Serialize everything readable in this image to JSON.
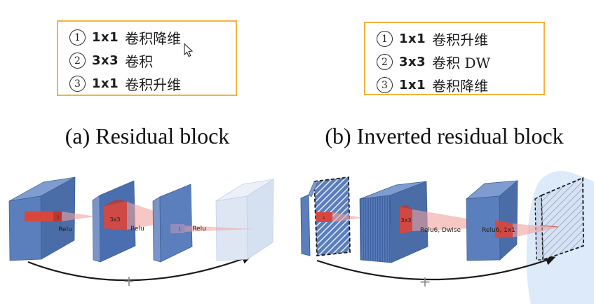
{
  "legend_left": {
    "items": [
      {
        "num": "1",
        "conv": "1x1",
        "desc": "卷积降维"
      },
      {
        "num": "2",
        "conv": "3x3",
        "desc": "卷积"
      },
      {
        "num": "3",
        "conv": "1x1",
        "desc": "卷积升维"
      }
    ]
  },
  "legend_right": {
    "items": [
      {
        "num": "1",
        "conv": "1x1",
        "desc": "卷积升维"
      },
      {
        "num": "2",
        "conv": "3x3",
        "desc": "卷积 DW"
      },
      {
        "num": "3",
        "conv": "1x1",
        "desc": "卷积降维"
      }
    ]
  },
  "captions": {
    "a": "(a) Residual block",
    "b": "(b) Inverted residual block"
  },
  "diagram_a": {
    "conv1_label": "1",
    "conv1_act": "Relu",
    "conv2_label": "3x3",
    "conv2_act": "Relu",
    "conv3_label": "1",
    "conv3_act": "Relu",
    "plus": "+"
  },
  "diagram_b": {
    "conv1_label": "1",
    "conv2_label": "3x3",
    "conv2_act": "Relu6, Dwise",
    "conv3_act": "Relu6, 1x1",
    "plus": "+"
  },
  "colors": {
    "legend_border": "#F2B33D",
    "block_front": "#5B7EBC",
    "block_top": "#7E9CCF",
    "block_side": "#4A6DA8",
    "block_dark": "#4A6FB0",
    "block_spine": "#7B95C9",
    "block_outline": "#3E5E95",
    "light_front": "#DEE6F4",
    "light_top": "#ECF1F9",
    "light_side": "#D5E0F0",
    "light_stroke": "#C4D0E8",
    "red": "#D8473D",
    "red_dark": "#B73A32",
    "pink": "#F0A29C",
    "purple": "#9A90C2",
    "stripe_dark": "#3D5F9E",
    "hatch_white": "#E9EFF8",
    "lighthatch_fill": "#D6E1F2",
    "lighthatch_line": "#9DB3D6",
    "spine_light": "#C9D7ED",
    "blob": "#DCEAF9",
    "arrow": "#1A1A1A",
    "plus": "#8A8A8A",
    "text": "#1F1F1F",
    "dash": "#1B1B1B"
  }
}
